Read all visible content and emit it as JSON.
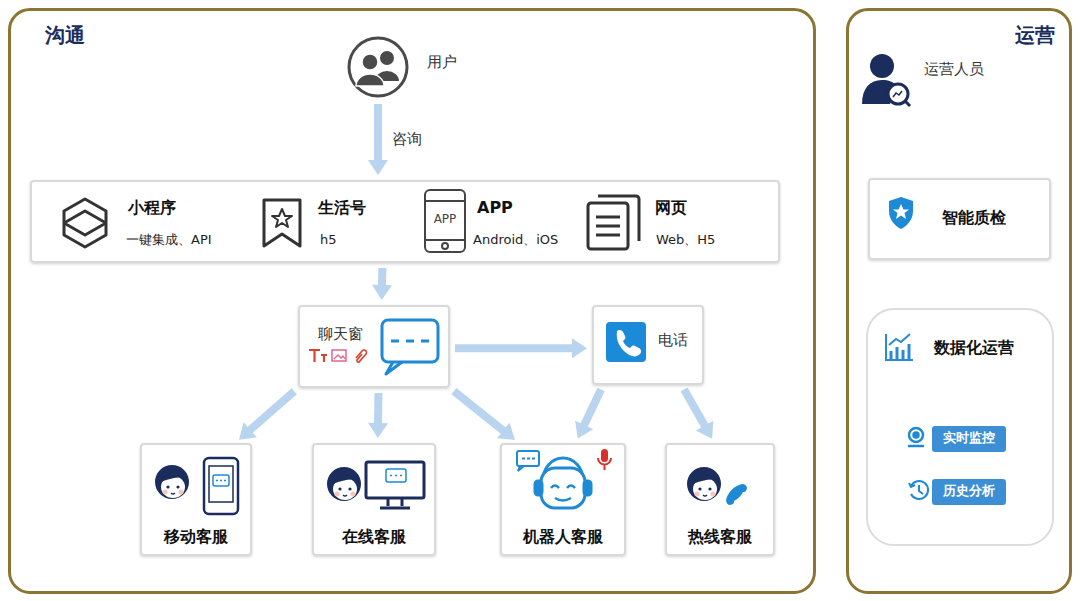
{
  "diagram": {
    "nodes": [
      {
        "text": [
          "沟通"
        ]
      },
      {
        "text": [
          "用户"
        ],
        "in": 0
      },
      {
        "text": [],
        "in": 0
      },
      {
        "text": [
          "小程序",
          "一键集成、API"
        ],
        "in": 2
      },
      {
        "text": [
          "生活号",
          "h5"
        ],
        "in": 2
      },
      {
        "text": [
          "APP",
          "Android、iOS"
        ],
        "in": 2
      },
      {
        "text": [
          "网页",
          "Web、H5"
        ],
        "in": 2
      },
      {
        "text": [
          "聊天窗"
        ],
        "in": 0
      },
      {
        "text": [
          "电话"
        ],
        "in": 0
      },
      {
        "text": [
          "移动客服"
        ],
        "in": 0
      },
      {
        "text": [
          "在线客服"
        ],
        "in": 0
      },
      {
        "text": [
          "机器人客服"
        ],
        "in": 0
      },
      {
        "text": [
          "热线客服"
        ],
        "in": 0
      },
      {
        "text": [
          "运营"
        ]
      },
      {
        "text": [
          "运营人员"
        ],
        "in": 13
      },
      {
        "text": [
          "智能质检"
        ],
        "in": 13
      },
      {
        "text": [
          "数据化运营"
        ],
        "in": 13
      },
      {
        "text": [
          "实时监控"
        ],
        "in": 16
      },
      {
        "text": [
          "历史分析"
        ],
        "in": 16
      }
    ],
    "edges": [
      {
        "from": 1,
        "to": 2,
        "label": "咨询",
        "arrow": "to"
      },
      {
        "from": 2,
        "to": 7,
        "arrow": "to"
      },
      {
        "from": 7,
        "to": 8,
        "arrow": "to"
      },
      {
        "from": 7,
        "to": 9,
        "arrow": "to"
      },
      {
        "from": 7,
        "to": 10,
        "arrow": "to"
      },
      {
        "from": 7,
        "to": 11,
        "arrow": "to"
      },
      {
        "from": 8,
        "to": 11,
        "arrow": "to"
      },
      {
        "from": 8,
        "to": 12,
        "arrow": "to"
      }
    ],
    "labels": [
      "APP"
    ]
  }
}
